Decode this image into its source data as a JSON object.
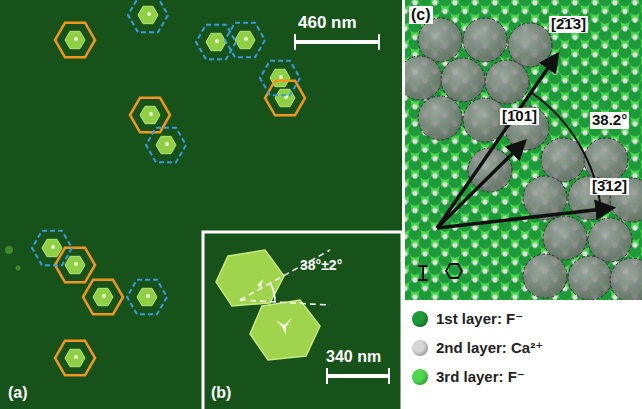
{
  "diagram": {
    "labels": [
      "460 nm",
      "(a)",
      "340 nm",
      "(b)",
      "38°±2°",
      "(c)",
      "[2̄1̄3]",
      "[1̄01]",
      "[3̄12]",
      "38.2°"
    ],
    "legend": [
      {
        "text": "1st layer: F⁻",
        "color": "#1f9a3a"
      },
      {
        "text": "2nd layer: Ca²⁺",
        "color": "#d6d6d6"
      },
      {
        "text": "3rd layer: F⁻",
        "color": "#4fd84f"
      }
    ]
  }
}
